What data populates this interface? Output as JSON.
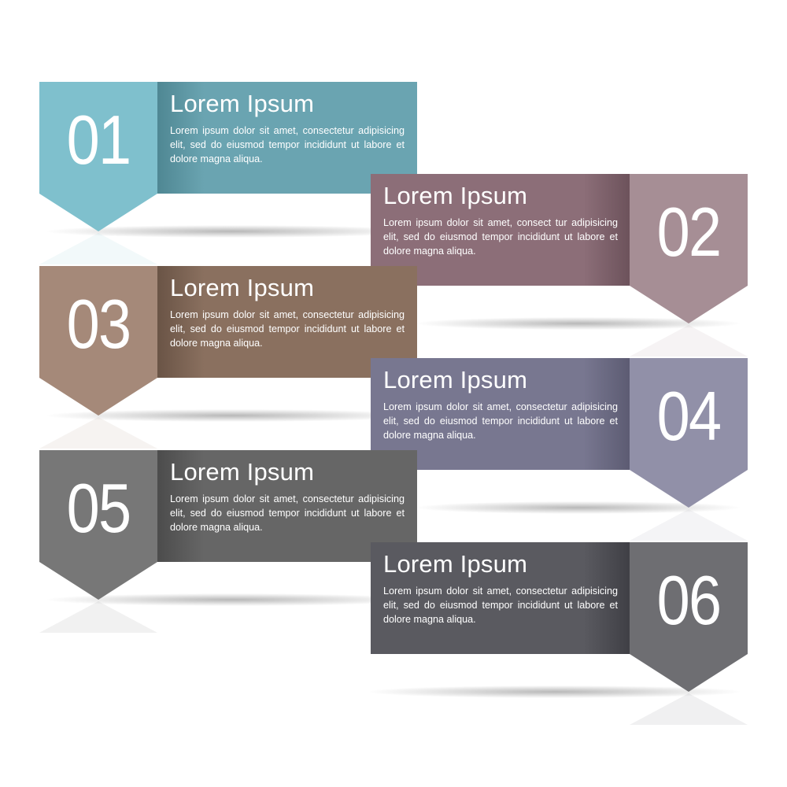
{
  "watermark_id": "#57291725",
  "items": [
    {
      "number": "01",
      "title": "Lorem Ipsum",
      "body": "Lorem ipsum dolor sit amet, consectetur adipisicing elit, sed do eiusmod tempor incididunt ut labore et dolore magna aliqua.",
      "tab_color": "#7fc0cd",
      "band_color": "#6aa4b1",
      "band_dark": "#4f8793"
    },
    {
      "number": "02",
      "title": "Lorem Ipsum",
      "body": "Lorem ipsum dolor sit amet, consect tur adipisicing elit, sed do eiusmod tempor incididunt ut labore et dolore magna aliqua.",
      "tab_color": "#a68e95",
      "band_color": "#8c6e78",
      "band_dark": "#6c525b"
    },
    {
      "number": "03",
      "title": "Lorem Ipsum",
      "body": "Lorem ipsum dolor sit amet, consectetur adipisicing elit, sed do eiusmod tempor incididunt ut labore et dolore magna aliqua.",
      "tab_color": "#a58979",
      "band_color": "#8a705f",
      "band_dark": "#6a5446"
    },
    {
      "number": "04",
      "title": "Lorem Ipsum",
      "body": "Lorem ipsum dolor sit amet, consectetur adipisicing elit, sed do eiusmod tempor incididunt ut labore et dolore magna aliqua.",
      "tab_color": "#9190a8",
      "band_color": "#787790",
      "band_dark": "#5c5b72"
    },
    {
      "number": "05",
      "title": "Lorem Ipsum",
      "body": "Lorem ipsum dolor sit amet, consectetur adipisicing elit, sed do eiusmod tempor incididunt ut labore et dolore magna aliqua.",
      "tab_color": "#777777",
      "band_color": "#666666",
      "band_dark": "#4c4c4c"
    },
    {
      "number": "06",
      "title": "Lorem Ipsum",
      "body": "Lorem ipsum dolor sit amet, consectetur adipisicing elit, sed do eiusmod tempor incididunt ut labore et dolore magna aliqua.",
      "tab_color": "#6e6e72",
      "band_color": "#5a5a60",
      "band_dark": "#3f3f45"
    }
  ]
}
